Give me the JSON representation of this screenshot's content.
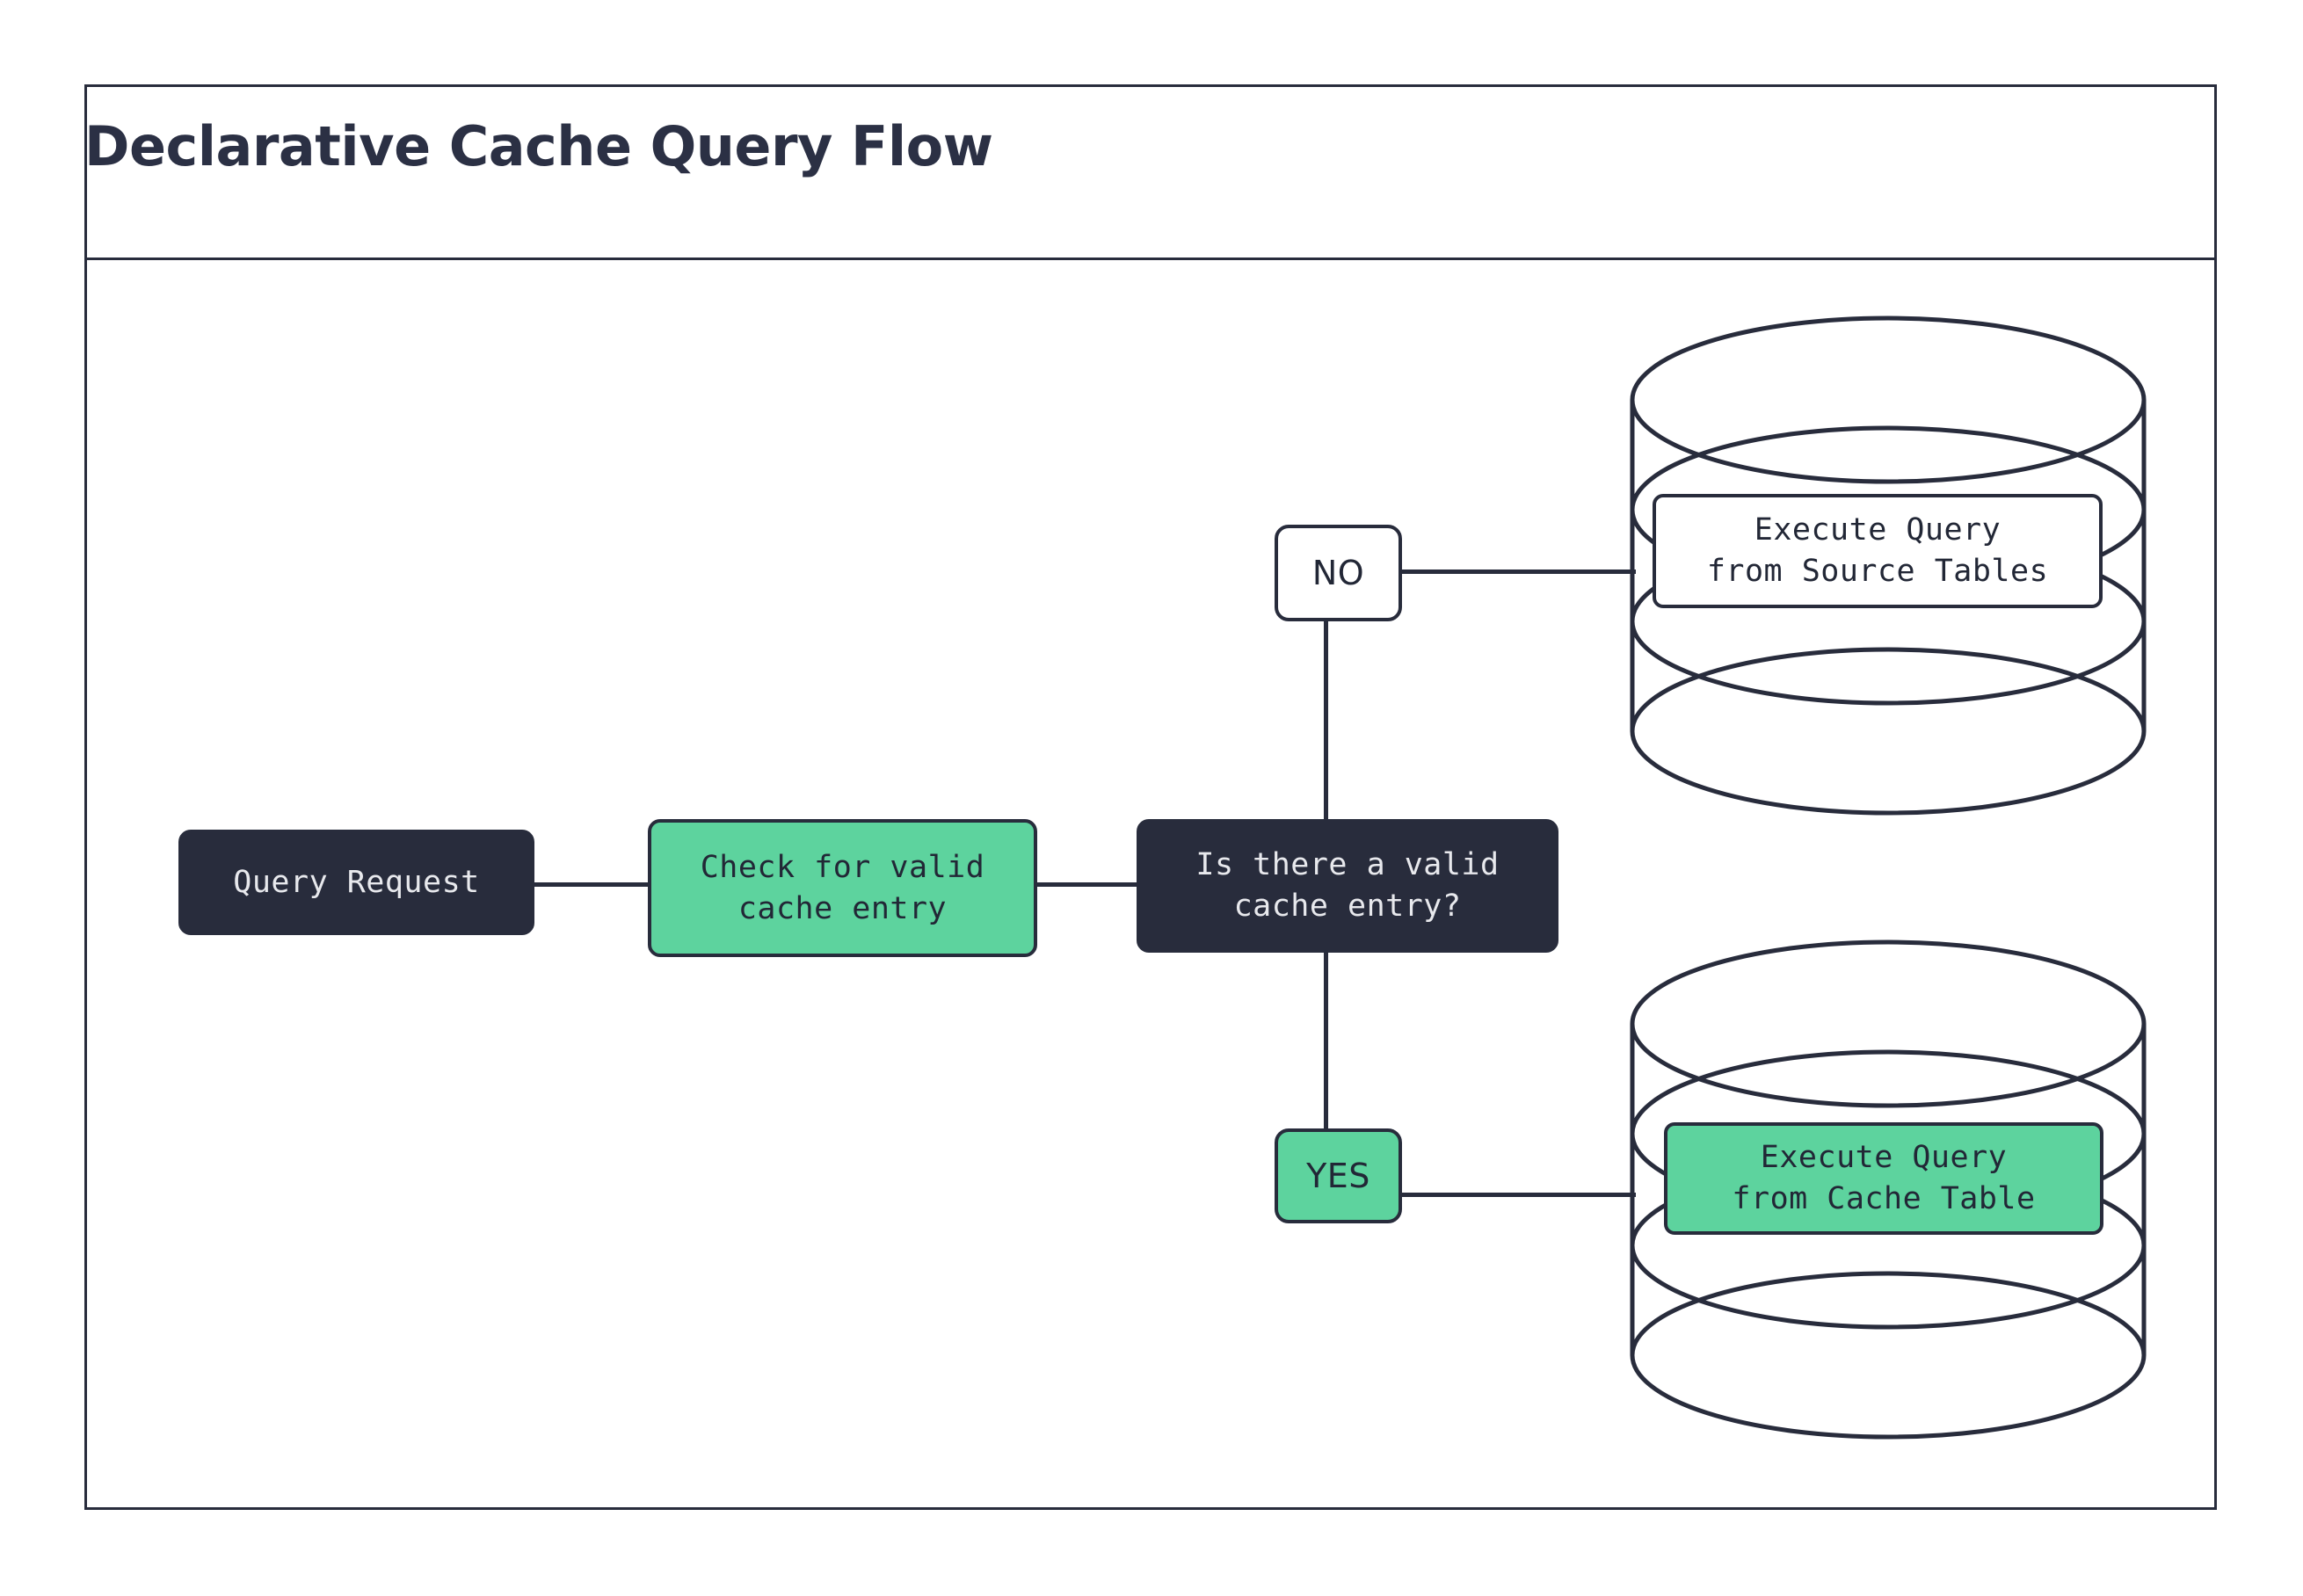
{
  "diagram": {
    "title": "Declarative Cache Query Flow",
    "colors": {
      "dark": "#282C3C",
      "green": "#5DD39E",
      "white": "#FFFFFF",
      "title_text": "#2B3044",
      "dark_node_text": "#E8E9ED"
    },
    "nodes": {
      "query_request": "Query Request",
      "check_cache": "Check for valid\ncache entry",
      "decision": "Is there a valid\ncache entry?",
      "label_no": "NO",
      "label_yes": "YES",
      "source_tables": "Execute Query\nfrom Source Tables",
      "cache_table": "Execute Query\nfrom Cache Table"
    },
    "flow": [
      {
        "from": "Query Request",
        "to": "Check for valid cache entry"
      },
      {
        "from": "Check for valid cache entry",
        "to": "Is there a valid cache entry?"
      },
      {
        "from": "Is there a valid cache entry?",
        "to": "Execute Query from Source Tables",
        "label": "NO"
      },
      {
        "from": "Is there a valid cache entry?",
        "to": "Execute Query from Cache Table",
        "label": "YES"
      }
    ]
  }
}
